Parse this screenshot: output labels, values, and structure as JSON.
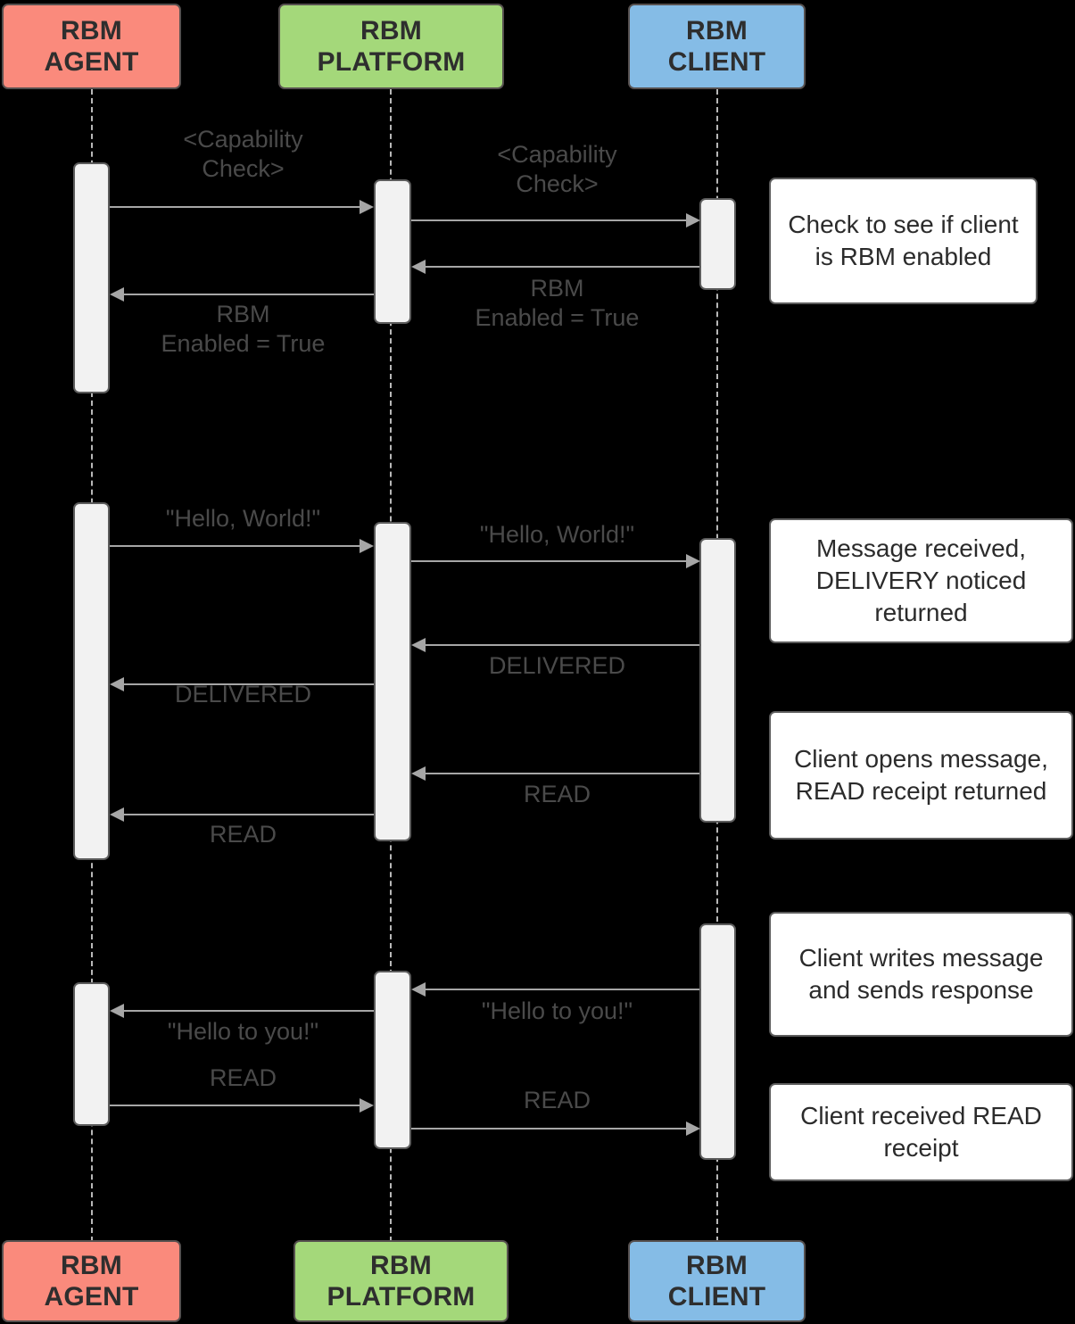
{
  "diagram": {
    "type": "sequence-diagram",
    "title": "RBM message flow sequence",
    "background_color": "#000000"
  },
  "participants": [
    {
      "id": "agent",
      "line1": "RBM",
      "line2": "AGENT",
      "color": "#fa8a7c"
    },
    {
      "id": "platform",
      "line1": "RBM",
      "line2": "PLATFORM",
      "color": "#a4d87a"
    },
    {
      "id": "client",
      "line1": "RBM",
      "line2": "CLIENT",
      "color": "#85bce6"
    }
  ],
  "messages": [
    {
      "id": "m1",
      "label": "<Capability\nCheck>",
      "from": "agent",
      "to": "platform"
    },
    {
      "id": "m2",
      "label": "<Capability\nCheck>",
      "from": "platform",
      "to": "client"
    },
    {
      "id": "m3",
      "label": "RBM\nEnabled = True",
      "from": "client",
      "to": "platform"
    },
    {
      "id": "m4",
      "label": "RBM\nEnabled = True",
      "from": "platform",
      "to": "agent"
    },
    {
      "id": "m5",
      "label": "\"Hello, World!\"",
      "from": "agent",
      "to": "platform"
    },
    {
      "id": "m6",
      "label": "\"Hello, World!\"",
      "from": "platform",
      "to": "client"
    },
    {
      "id": "m7",
      "label": "DELIVERED",
      "from": "client",
      "to": "platform"
    },
    {
      "id": "m8",
      "label": "DELIVERED",
      "from": "platform",
      "to": "agent"
    },
    {
      "id": "m9",
      "label": "READ",
      "from": "client",
      "to": "platform"
    },
    {
      "id": "m10",
      "label": "READ",
      "from": "platform",
      "to": "agent"
    },
    {
      "id": "m11",
      "label": "\"Hello to you!\"",
      "from": "client",
      "to": "platform"
    },
    {
      "id": "m12",
      "label": "\"Hello to you!\"",
      "from": "platform",
      "to": "agent"
    },
    {
      "id": "m13",
      "label": "READ",
      "from": "agent",
      "to": "platform"
    },
    {
      "id": "m14",
      "label": "READ",
      "from": "platform",
      "to": "client"
    }
  ],
  "notes": [
    {
      "id": "n1",
      "text": "Check to see if client is RBM enabled"
    },
    {
      "id": "n2",
      "text": "Message received, DELIVERY noticed returned"
    },
    {
      "id": "n3",
      "text": "Client opens message, READ receipt returned"
    },
    {
      "id": "n4",
      "text": "Client writes message and sends response"
    },
    {
      "id": "n5",
      "text": "Client received READ receipt"
    }
  ]
}
